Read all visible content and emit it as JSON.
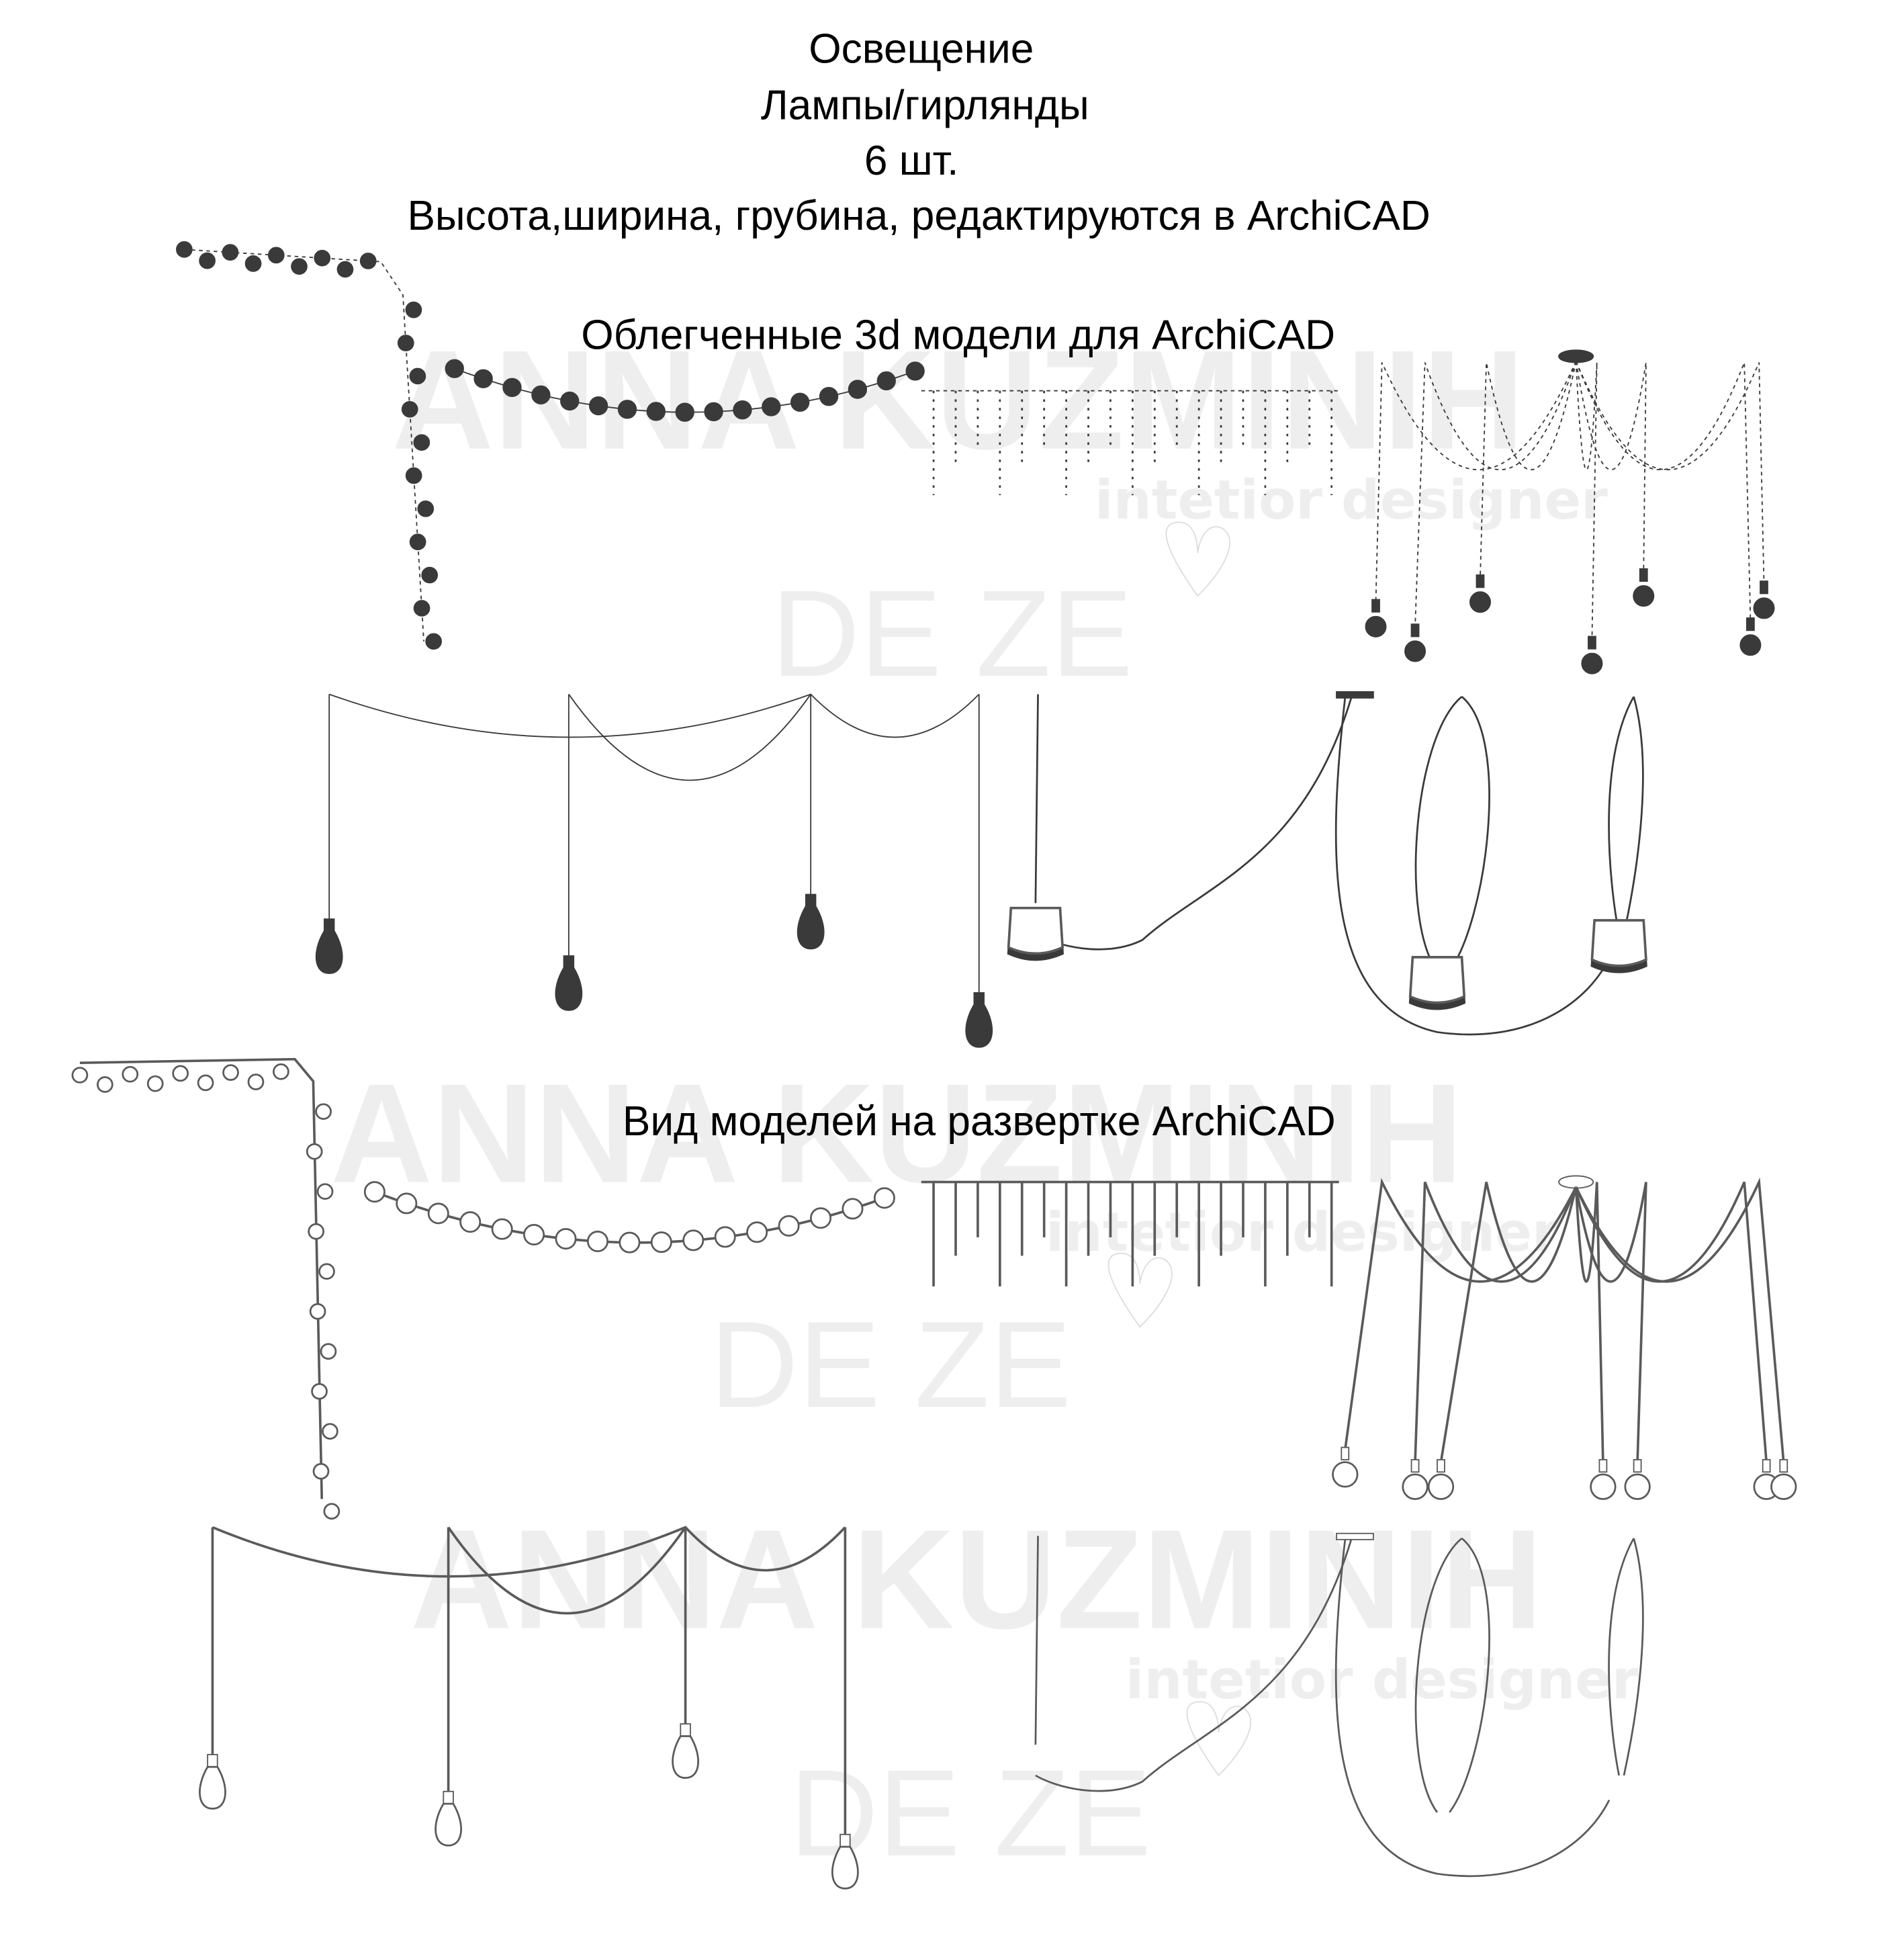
{
  "header": {
    "title": "Освещение",
    "subtitle": "Лампы/гирлянды",
    "count": "6 шт.",
    "note": "Высота,ширина, грубина, редактируются в ArchiCAD"
  },
  "sections": {
    "models_3d": "Облегченные 3d модели для ArchiCAD",
    "unfolded_view": "Вид моделей на развертке ArchiCAD"
  },
  "watermark": {
    "name": "ANNA KUZMINIH",
    "tagline": "intetior designer",
    "brand": "DE ZE"
  },
  "colors": {
    "solid": "#3a3a3a",
    "outline": "#5a5a5a",
    "watermark": "#eeeeee"
  }
}
